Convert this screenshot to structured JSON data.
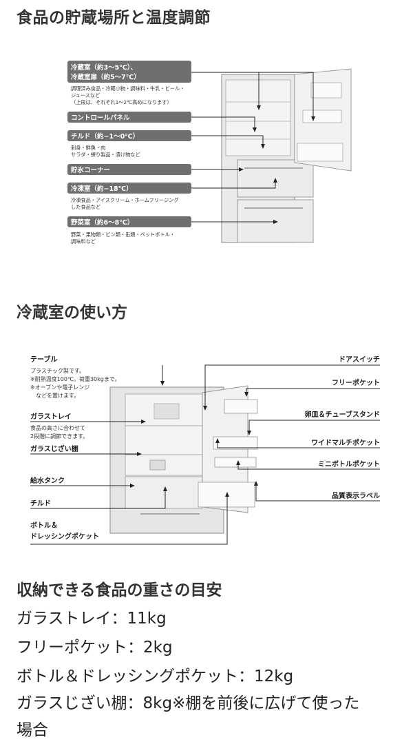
{
  "section1": {
    "title": "食品の貯蔵場所と温度調節",
    "labels": [
      {
        "title_lines": [
          "冷蔵室（約3〜5℃）、",
          "冷蔵室扉（約5〜7℃）"
        ],
        "desc_lines": [
          "調理済み食品・冷蔵小物・調味料・牛乳・ビール・",
          "ジュースなど",
          "（上段は、それぞれ1〜2℃高めになります）"
        ]
      },
      {
        "title_lines": [
          "コントロールパネル"
        ],
        "desc_lines": []
      },
      {
        "title_lines": [
          "チルド（約−1〜0℃）"
        ],
        "desc_lines": [
          "刺身・鮮魚・肉",
          "サラダ・練り製品・漬け物など"
        ]
      },
      {
        "title_lines": [
          "貯氷コーナー"
        ],
        "desc_lines": []
      },
      {
        "title_lines": [
          "冷凍室（約−18℃）"
        ],
        "desc_lines": [
          "冷凍食品・アイスクリーム・ホームフリージング",
          "した食品など"
        ]
      },
      {
        "title_lines": [
          "野菜室（約6〜8℃）"
        ],
        "desc_lines": [
          "野菜・果物類・ビン類・缶類・ペットボトル・",
          "調味料など"
        ]
      }
    ]
  },
  "section2": {
    "title": "冷蔵室の使い方",
    "left_labels": [
      {
        "title": "テーブル",
        "desc_lines": [
          "プラスチック製です。",
          "※耐熱温度100℃。荷重30kgまで。",
          "※オーブンや電子レンジ",
          "　などを置けます。"
        ]
      },
      {
        "title": "ガラストレイ",
        "desc_lines": [
          "食品の高さに合わせて",
          "2段階に調節できます。"
        ]
      },
      {
        "title": "ガラスじざい棚",
        "desc_lines": []
      },
      {
        "title": "給水タンク",
        "desc_lines": []
      },
      {
        "title": "チルド",
        "desc_lines": []
      },
      {
        "title": "ボトル＆\nドレッシングポケット",
        "desc_lines": []
      }
    ],
    "right_labels": [
      {
        "title": "ドアスイッチ"
      },
      {
        "title": "フリーポケット"
      },
      {
        "title": "卵皿＆チューブスタンド"
      },
      {
        "title": "ワイドマルチポケット"
      },
      {
        "title": "ミニボトルポケット"
      },
      {
        "title": "品質表示ラベル"
      }
    ]
  },
  "section3": {
    "title": "収納できる食品の重さの目安",
    "lines": [
      "ガラストレイ：11kg",
      "フリーポケット：2kg",
      "ボトル＆ドレッシングポケット：12kg",
      "ガラスじざい棚：8kg※棚を前後に広げて使った",
      "場合"
    ]
  }
}
